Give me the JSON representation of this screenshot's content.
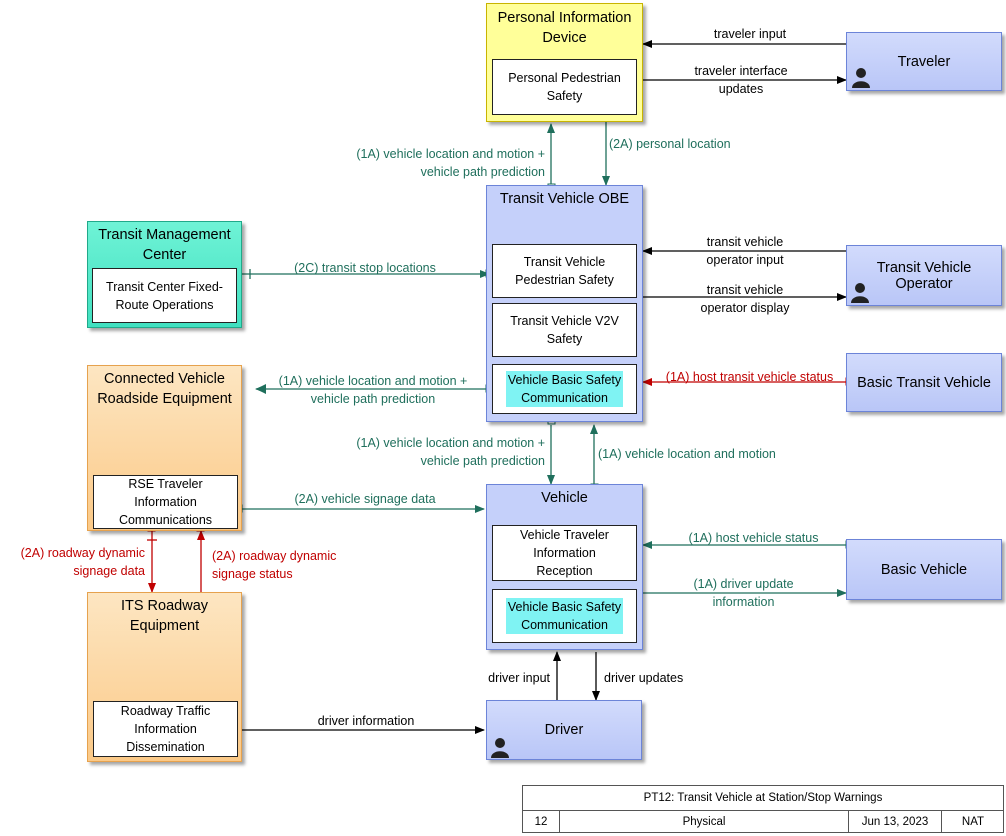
{
  "elements": {
    "personal_info_device": {
      "title": "Personal Information\nDevice",
      "sub": "Personal Pedestrian\nSafety"
    },
    "traveler": {
      "title": "Traveler"
    },
    "transit_vehicle_obe": {
      "title": "Transit Vehicle OBE",
      "subs": [
        "Transit Vehicle\nPedestrian Safety",
        "Transit Vehicle V2V\nSafety",
        "Vehicle Basic Safety\nCommunication"
      ]
    },
    "transit_mgmt_center": {
      "title": "Transit Management\nCenter",
      "sub": "Transit Center Fixed-\nRoute Operations"
    },
    "transit_vehicle_operator": {
      "title": "Transit Vehicle\nOperator"
    },
    "basic_transit_vehicle": {
      "title": "Basic Transit Vehicle"
    },
    "cv_roadside_equipment": {
      "title": "Connected Vehicle\nRoadside Equipment",
      "sub": "RSE Traveler\nInformation\nCommunications"
    },
    "vehicle": {
      "title": "Vehicle",
      "subs": [
        "Vehicle Traveler\nInformation\nReception",
        "Vehicle Basic Safety\nCommunication"
      ]
    },
    "basic_vehicle": {
      "title": "Basic Vehicle"
    },
    "its_roadway_equipment": {
      "title": "ITS Roadway\nEquipment",
      "sub": "Roadway Traffic\nInformation\nDissemination"
    },
    "driver": {
      "title": "Driver"
    }
  },
  "flows": {
    "traveler_input": "traveler input",
    "traveler_interface_updates": "traveler interface\nupdates",
    "vlm_pred_up": "(1A) vehicle location and motion +\nvehicle path prediction",
    "personal_location": "(2A) personal location",
    "transit_stop_locations": "(2C) transit stop locations",
    "tv_operator_input": "transit vehicle\noperator input",
    "tv_operator_display": "transit vehicle\noperator display",
    "vlm_pred_rse": "(1A) vehicle location and motion +\nvehicle path prediction",
    "host_transit_status": "(1A) host transit vehicle status",
    "vlm_pred_vehicle": "(1A) vehicle location and motion +\nvehicle path prediction",
    "vlm_obe": "(1A) vehicle location and motion",
    "vehicle_signage": "(2A) vehicle signage data",
    "host_vehicle_status": "(1A) host vehicle status",
    "driver_update_info": "(1A) driver update\ninformation",
    "roadway_signage_data": "(2A) roadway dynamic\nsignage data",
    "roadway_signage_status": "(2A) roadway dynamic\nsignage status",
    "driver_input": "driver input",
    "driver_updates": "driver updates",
    "driver_information": "driver information"
  },
  "footer": {
    "title": "PT12: Transit Vehicle at Station/Stop Warnings",
    "number": "12",
    "view": "Physical",
    "date": "Jun 13, 2023",
    "scope": "NAT"
  },
  "colors": {
    "flow_green": "#1f6f5c",
    "flow_red": "#c00000",
    "flow_black": "#000000"
  }
}
